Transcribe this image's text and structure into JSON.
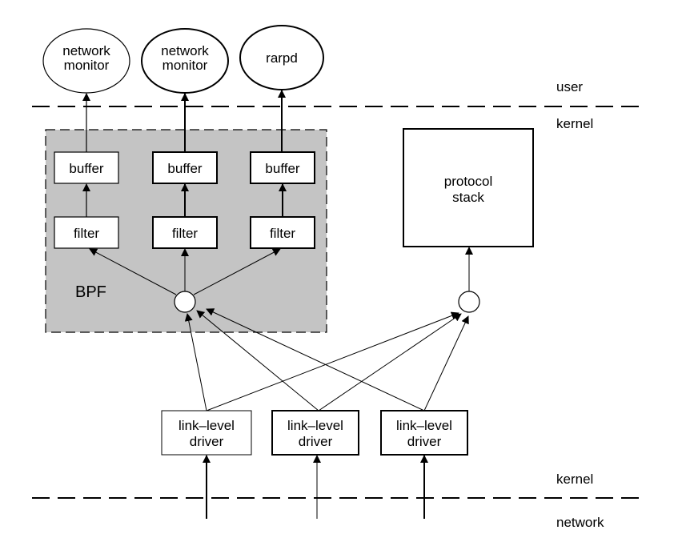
{
  "regions": {
    "user": "user",
    "kernel_top": "kernel",
    "kernel_bottom": "kernel",
    "network": "network"
  },
  "bpf_label": "BPF",
  "apps": [
    {
      "line1": "network",
      "line2": "monitor"
    },
    {
      "line1": "network",
      "line2": "monitor"
    },
    {
      "line1": "rarpd",
      "line2": ""
    }
  ],
  "buffers": [
    "buffer",
    "buffer",
    "buffer"
  ],
  "filters": [
    "filter",
    "filter",
    "filter"
  ],
  "protocol_stack": {
    "line1": "protocol",
    "line2": "stack"
  },
  "drivers": [
    {
      "line1": "link–level",
      "line2": "driver"
    },
    {
      "line1": "link–level",
      "line2": "driver"
    },
    {
      "line1": "link–level",
      "line2": "driver"
    }
  ],
  "colors": {
    "bpf_fill": "#c4c4c4",
    "stroke": "#000000"
  }
}
